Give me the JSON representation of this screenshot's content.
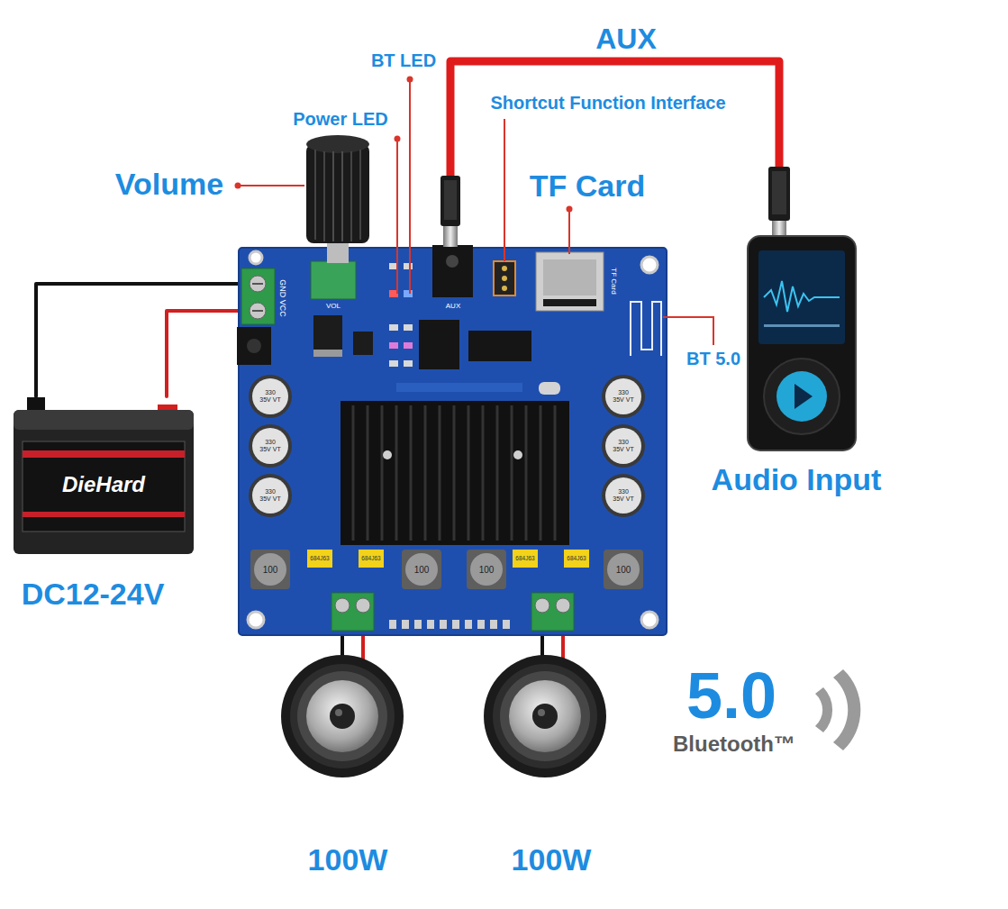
{
  "diagram": {
    "nodes": [
      {
        "text": [
          "GND VCC",
          "VOL",
          "AUX",
          "TF Card"
        ]
      },
      {
        "text": [
          "Audio Input"
        ]
      },
      {
        "text": [
          "DieHard",
          "DC12-24V"
        ]
      },
      {
        "text": [
          "100W"
        ]
      },
      {
        "text": [
          "100W"
        ]
      }
    ],
    "edges": [
      {
        "from": 2,
        "to": 0,
        "arrow": "none"
      },
      {
        "from": 0,
        "to": 1,
        "arrow": "none",
        "label": "AUX"
      },
      {
        "from": 0,
        "to": 3,
        "arrow": "none"
      },
      {
        "from": 0,
        "to": 4,
        "arrow": "none"
      }
    ],
    "labels": [
      "BT LED",
      "Power LED",
      "Shortcut Function Interface",
      "Volume",
      "TF Card",
      "BT 5.0",
      "330 35V VT",
      "330 35V VT",
      "330 35V VT",
      "330 35V VT",
      "330 35V VT",
      "330 35V VT",
      "100",
      "100",
      "100",
      "100",
      "684J63",
      "684J63",
      "684J63",
      "684J63",
      "5.0",
      "Bluetooth™"
    ]
  }
}
